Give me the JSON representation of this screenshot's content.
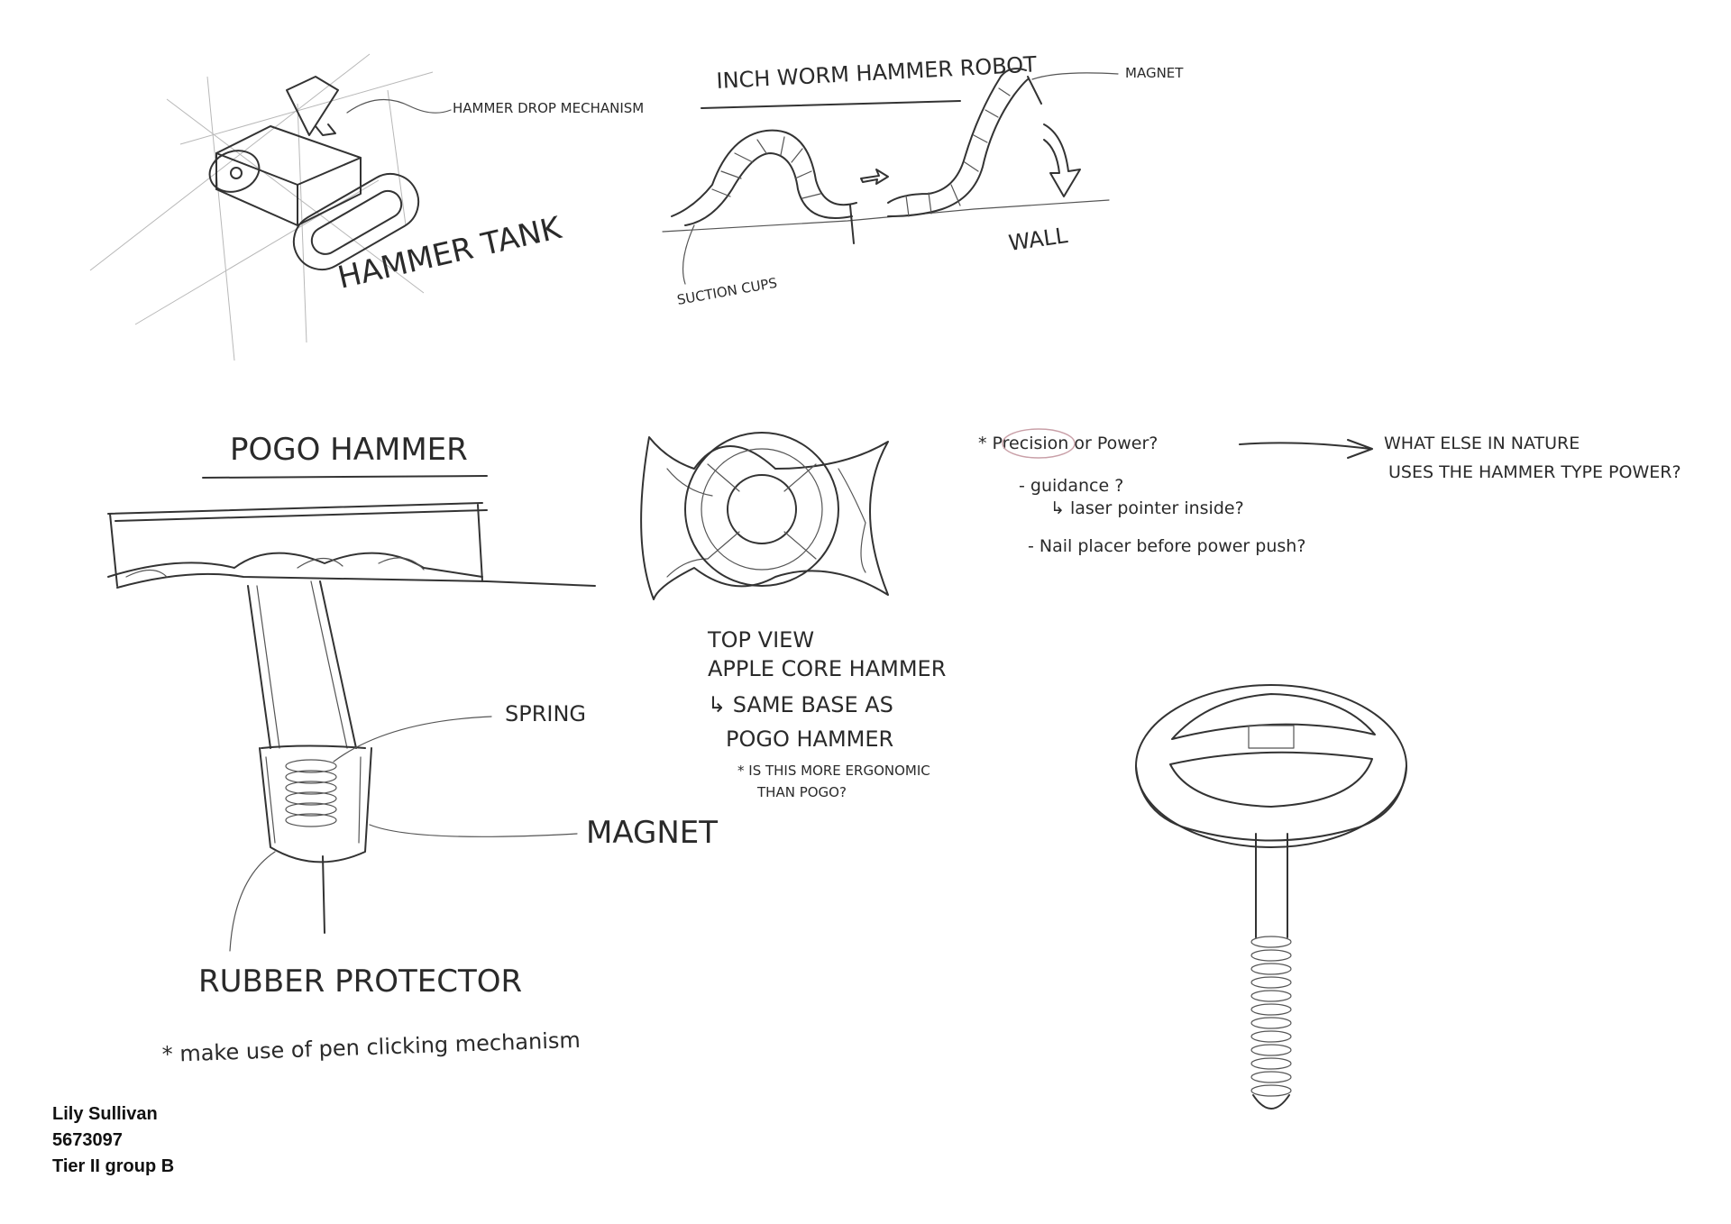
{
  "hammer_tank": {
    "title": "HAMMER TANK",
    "drop_label": "HAMMER DROP MECHANISM"
  },
  "inchworm": {
    "title": "INCH WORM HAMMER ROBOT",
    "magnet_label": "MAGNET",
    "suction_label": "SUCTION CUPS",
    "wall_label": "WALL"
  },
  "pogo": {
    "title": "POGO HAMMER",
    "spring_label": "SPRING",
    "magnet_label": "MAGNET",
    "rubber_label": "RUBBER PROTECTOR",
    "note": "* make use of pen clicking mechanism"
  },
  "apple_core": {
    "line1": "TOP VIEW",
    "line2": "APPLE CORE HAMMER",
    "line3": "↳ SAME BASE AS",
    "line4": "POGO HAMMER",
    "note1": "* IS THIS MORE ERGONOMIC",
    "note2": "THAN POGO?"
  },
  "questions": {
    "q1": "* Precision or Power?",
    "q2": "- guidance ?",
    "q3": "↳ laser pointer inside?",
    "q4": "- Nail placer before power push?",
    "nature1": "WHAT ELSE IN NATURE",
    "nature2": "USES THE HAMMER TYPE POWER?"
  },
  "author": {
    "name": "Lily Sullivan",
    "id": "5673097",
    "group": "Tier II group B"
  }
}
